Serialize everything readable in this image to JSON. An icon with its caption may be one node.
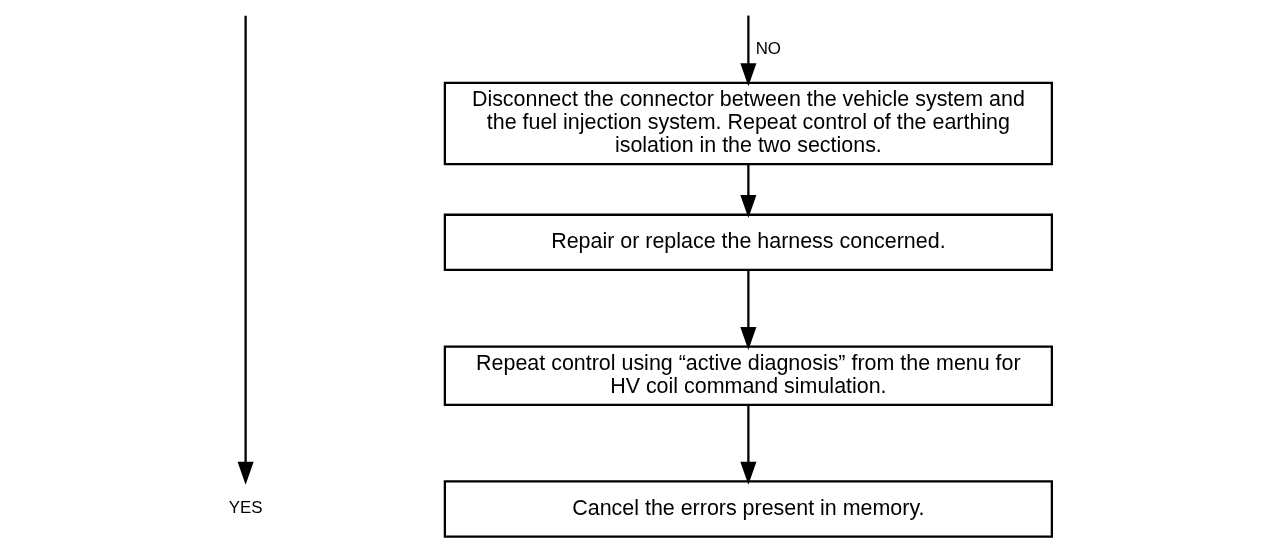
{
  "diagram": {
    "nodes": [
      {
        "text": [
          "Disconnect the connector between the vehicle system and the fuel injection system. Repeat control of the earthing isolation in the two sections."
        ]
      },
      {
        "text": [
          "Repair or replace the harness concerned."
        ]
      },
      {
        "text": [
          "Repeat control using “active diagnosis” from the menu for HV coil command simulation."
        ]
      },
      {
        "text": [
          "Cancel the errors present in memory."
        ]
      },
      {
        "text": [
          "YES"
        ]
      }
    ],
    "edges": [
      {
        "from": null,
        "to": 0,
        "arrow": "to",
        "label": "NO"
      },
      {
        "from": 0,
        "to": 1,
        "arrow": "to"
      },
      {
        "from": 1,
        "to": 2,
        "arrow": "to"
      },
      {
        "from": 2,
        "to": 3,
        "arrow": "to"
      },
      {
        "from": null,
        "to": 4,
        "arrow": "to"
      }
    ]
  }
}
